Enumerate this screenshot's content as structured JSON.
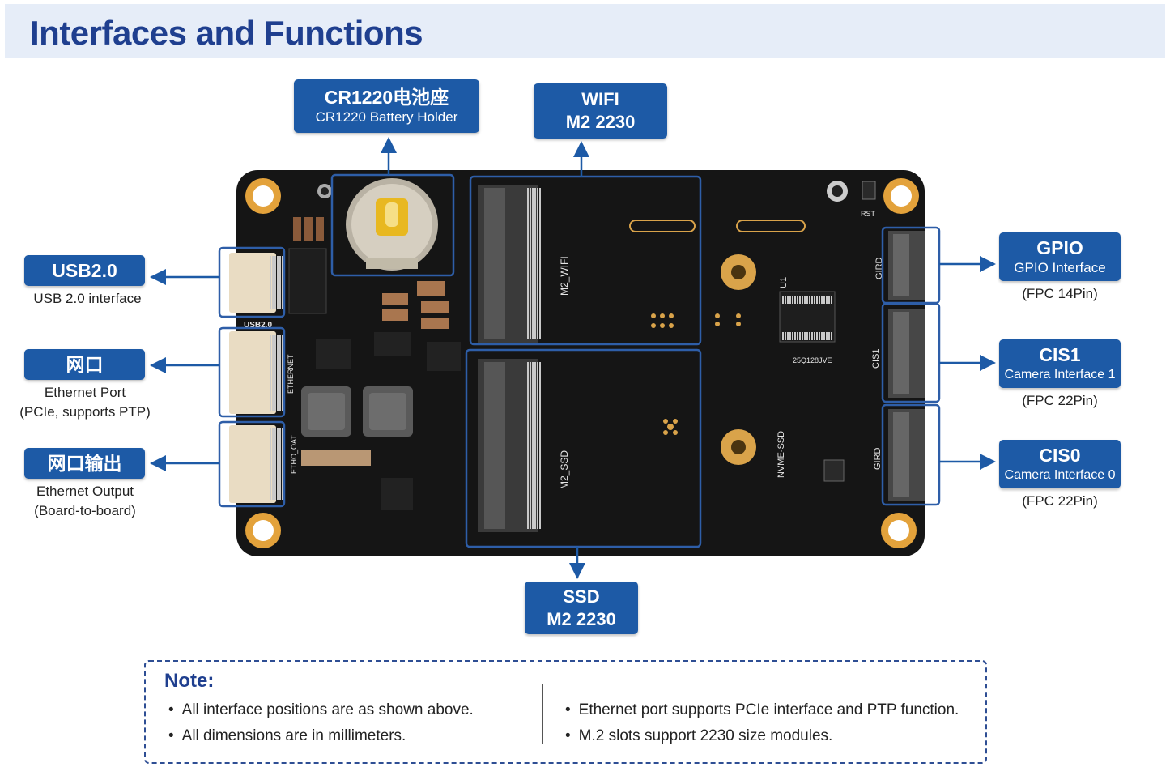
{
  "title": "Interfaces and Functions",
  "labels": {
    "battery": {
      "big": "CR1220电池座",
      "small": "CR1220 Battery Holder"
    },
    "wifi": {
      "line1": "WIFI",
      "line2": "M2 2230"
    },
    "usb": {
      "big": "USB2.0",
      "desc": "USB 2.0 interface"
    },
    "ethernet": {
      "big": "网口",
      "desc1": "Ethernet Port",
      "desc2": "(PCIe, supports PTP)"
    },
    "ethernet_out": {
      "big": "网口输出",
      "desc1": "Ethernet Output",
      "desc2": "(Board-to-board)"
    },
    "gpio": {
      "big": "GPIO",
      "small": "GPIO Interface",
      "desc": "(FPC 14Pin)"
    },
    "cis1": {
      "big": "CIS1",
      "small": "Camera Interface 1",
      "desc": "(FPC 22Pin)"
    },
    "cis0": {
      "big": "CIS0",
      "small": "Camera Interface 0",
      "desc": "(FPC 22Pin)"
    },
    "ssd": {
      "line1": "SSD",
      "line2": "M2 2230"
    }
  },
  "board_text": {
    "usb_silk": "USB2.0",
    "wifi_silk": "M2_WIFI",
    "ssd_silk": "M2_SSD",
    "nvme_silk": "NVME-SSD",
    "rst": "RST",
    "chip_code": "25Q128JVE",
    "cis1_silk": "CIS1",
    "gird1": "GIRD",
    "gird2": "GIRD",
    "u1": "U1",
    "eth_silk": "ETHERNET",
    "eth_out_silk": "ETHO_OAT"
  },
  "note": {
    "title": "Note:",
    "left": [
      "All interface positions are as shown above.",
      "All dimensions are in millimeters."
    ],
    "right": [
      "Ethernet port supports PCIe interface and PTP function.",
      "M.2 slots support 2230 size modules."
    ]
  },
  "colors": {
    "accent": "#1d5aa6",
    "title": "#1f3f8f",
    "board": "#151515",
    "gold": "#d9a34a"
  }
}
